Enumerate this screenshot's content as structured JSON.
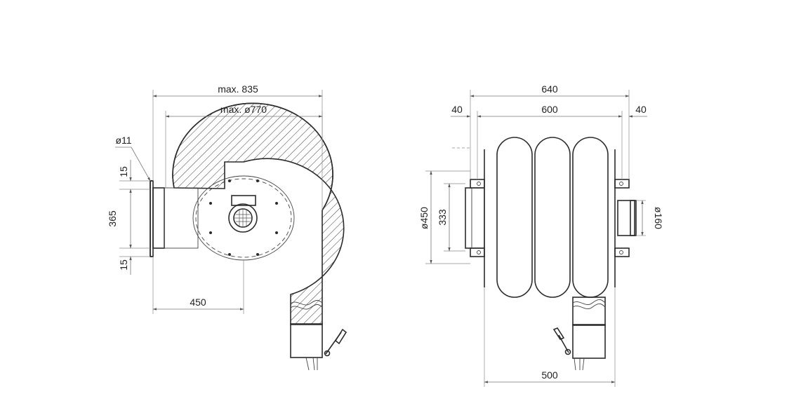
{
  "side_view": {
    "dims": {
      "max_width": "max. 835",
      "max_diameter": "max. ø770",
      "hole": "ø11",
      "top_offset": "15",
      "mount_height": "365",
      "bottom_offset": "15",
      "depth": "450"
    }
  },
  "front_view": {
    "dims": {
      "total_width": "640",
      "left_flange": "40",
      "inner_width": "600",
      "right_flange": "40",
      "outer_diameter": "ø450",
      "inner_height": "333",
      "port_diameter": "ø160",
      "base_width": "500"
    }
  }
}
